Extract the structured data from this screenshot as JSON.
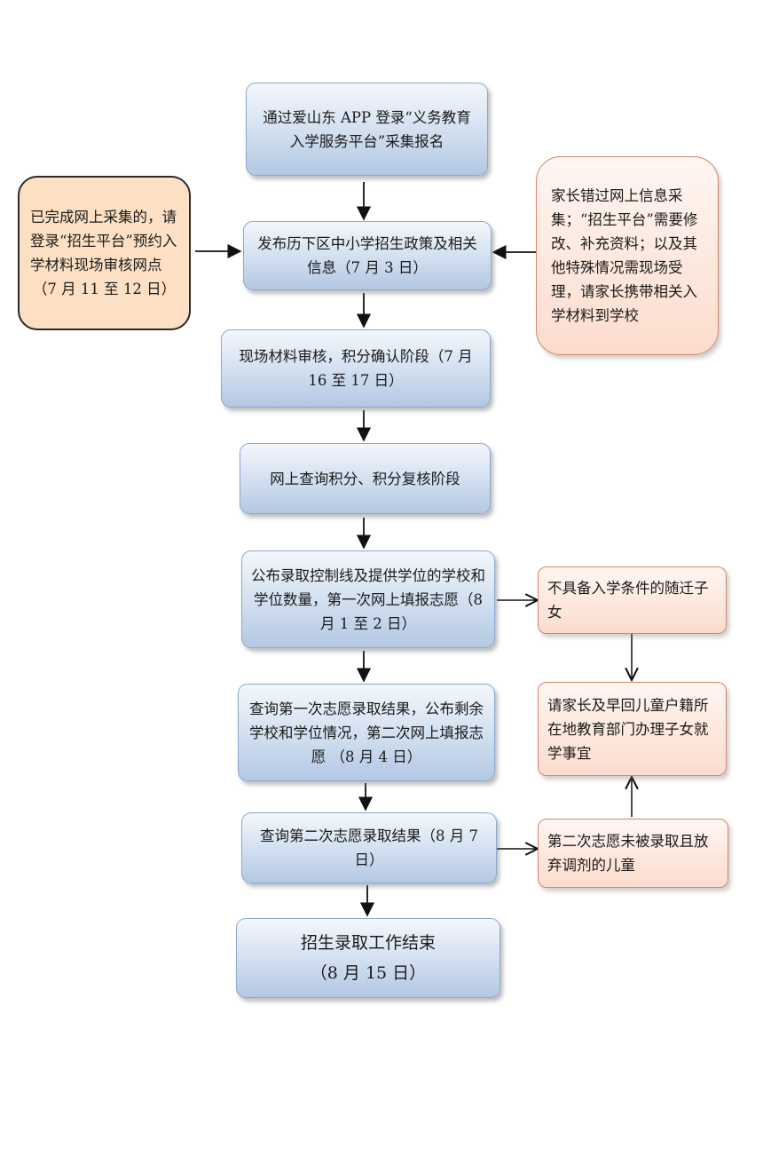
{
  "nodes": {
    "step1": "通过爱山东 APP 登录“义务教育入学服务平台”采集报名",
    "step2": "发布历下区中小学招生政策及相关信息（7 月 3 日）",
    "step3": "现场材料审核，积分确认阶段（7 月 16 至 17 日）",
    "step4": "网上查询积分、积分复核阶段",
    "step5": "公布录取控制线及提供学位的学校和学位数量，第一次网上填报志愿（8 月 1 至 2 日）",
    "step6": "查询第一次志愿录取结果，公布剩余学校和学位情况，第二次网上填报志愿 （8 月 4 日）",
    "step7": "查询第二次志愿录取结果（8 月 7 日）",
    "step8_line1": "招生录取工作结束",
    "step8_line2": "（8 月 15 日）",
    "left_note": "已完成网上采集的，请登录“招生平台”预约入学材料现场审核网点",
    "left_note_date": "（7 月 11 至 12 日）",
    "right_note": "家长错过网上信息采集；“招生平台”需要修改、补充资料；以及其他特殊情况需现场受理，请家长携带相关入学材料到学校",
    "side_a": "不具备入学条件的随迁子女",
    "side_b": "请家长及早回儿童户籍所在地教育部门办理子女就学事宜",
    "side_c": "第二次志愿未被录取且放弃调剂的儿童"
  }
}
